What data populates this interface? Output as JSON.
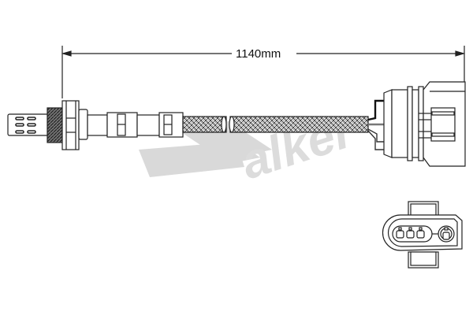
{
  "diagram": {
    "subject": "Oxygen sensor with braided cable and connector",
    "dimension": {
      "label": "1140mm",
      "value": 1140,
      "unit": "mm"
    },
    "watermark": {
      "text": "Walker",
      "color": "#d9d9d9"
    },
    "parts": [
      {
        "name": "sensor-probe-tip"
      },
      {
        "name": "threaded-body"
      },
      {
        "name": "hex-nut"
      },
      {
        "name": "sensor-shaft"
      },
      {
        "name": "braided-cable"
      },
      {
        "name": "connector-housing-side"
      },
      {
        "name": "connector-face-view",
        "pins": 4
      }
    ],
    "colors": {
      "line": "#222222",
      "fill": "#ffffff",
      "thread": "#555555",
      "watermark": "#d9d9d9"
    }
  }
}
